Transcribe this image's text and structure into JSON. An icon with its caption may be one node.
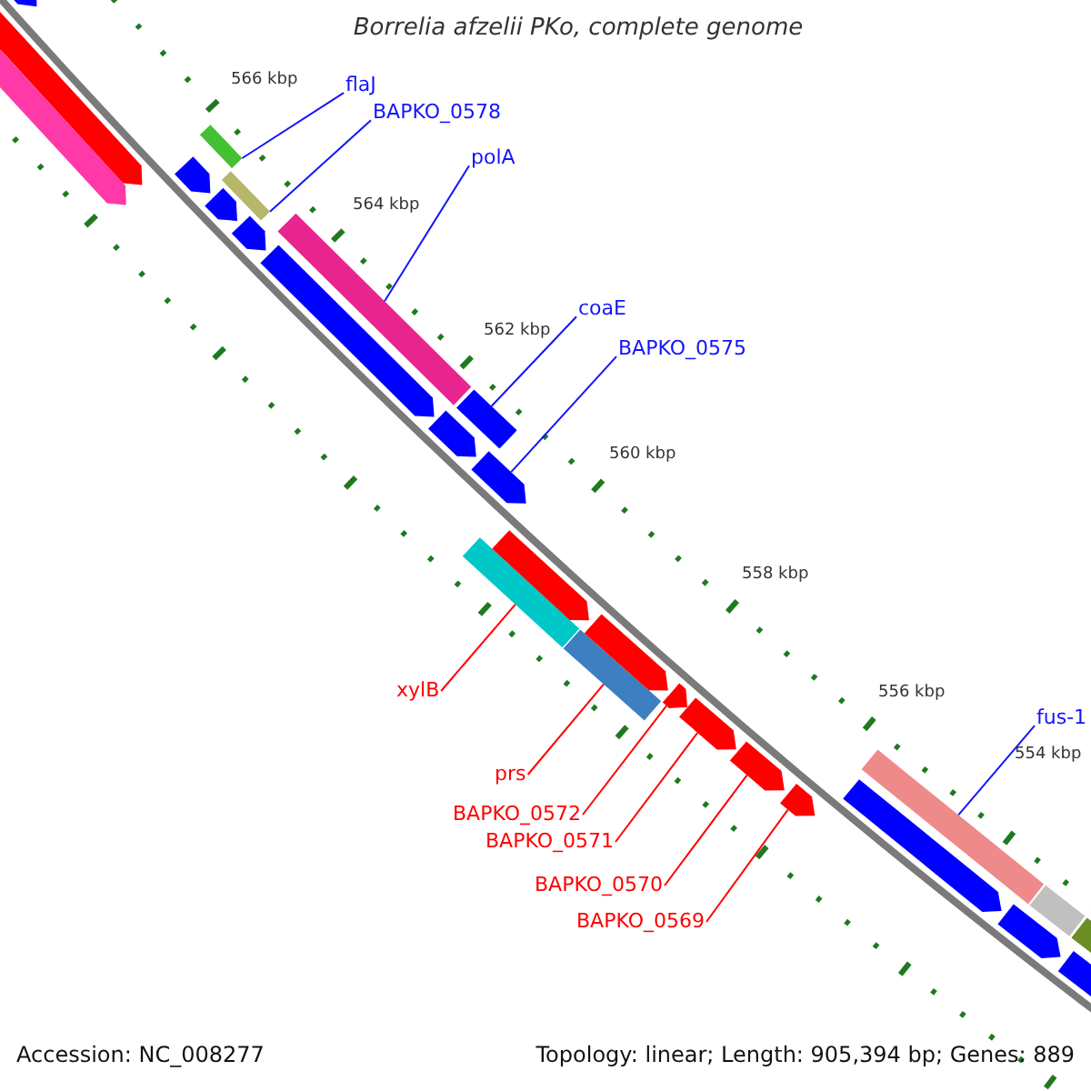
{
  "diagram": {
    "title": "Borrelia afzelii PKo, complete genome",
    "nodes": [
      {
        "text": [
          "flaJ"
        ]
      },
      {
        "text": [
          "BAPKO_0578"
        ]
      },
      {
        "text": [
          "polA"
        ]
      },
      {
        "text": [
          "coaE"
        ]
      },
      {
        "text": [
          "BAPKO_0575"
        ]
      },
      {
        "text": [
          "xylB"
        ]
      },
      {
        "text": [
          "prs"
        ]
      },
      {
        "text": [
          "BAPKO_0572"
        ]
      },
      {
        "text": [
          "BAPKO_0571"
        ]
      },
      {
        "text": [
          "BAPKO_0570"
        ]
      },
      {
        "text": [
          "BAPKO_0569"
        ]
      },
      {
        "text": [
          "fus-1"
        ]
      },
      {
        "text": [],
        "shape": "bar"
      },
      {
        "text": [],
        "shape": "bar"
      },
      {
        "text": [],
        "shape": "bar"
      },
      {
        "text": [],
        "shape": "bar"
      },
      {
        "text": [],
        "shape": "bar"
      },
      {
        "text": [],
        "shape": "bar"
      },
      {
        "text": [],
        "shape": "bar"
      },
      {
        "text": [],
        "shape": "bar"
      },
      {
        "text": [],
        "shape": "bar"
      },
      {
        "text": [],
        "shape": "bar"
      },
      {
        "text": [],
        "shape": "bar"
      },
      {
        "text": [],
        "shape": "bar"
      },
      {
        "text": [],
        "shape": "bar"
      },
      {
        "text": [],
        "shape": "bar"
      },
      {
        "text": [],
        "shape": "bar"
      },
      {
        "text": [],
        "shape": "bar"
      },
      {
        "text": [],
        "shape": "bar"
      },
      {
        "text": [],
        "shape": "bar"
      },
      {
        "text": [],
        "shape": "bar"
      },
      {
        "text": [],
        "shape": "bar"
      },
      {
        "text": [],
        "shape": "bar"
      },
      {
        "text": [],
        "shape": "bar"
      },
      {
        "text": [],
        "shape": "bar"
      },
      {
        "text": [],
        "shape": "bar"
      },
      {
        "text": [],
        "shape": "bar"
      },
      {
        "text": [],
        "shape": "bar"
      },
      {
        "text": [],
        "shape": "bar"
      }
    ],
    "edges": [
      {
        "from": 0,
        "to": 16,
        "arrow": "none"
      },
      {
        "from": 1,
        "to": 18,
        "arrow": "none"
      },
      {
        "from": 2,
        "to": 21,
        "arrow": "none"
      },
      {
        "from": 3,
        "to": 23,
        "arrow": "none"
      },
      {
        "from": 4,
        "to": 25,
        "arrow": "none"
      },
      {
        "from": 5,
        "to": 24,
        "arrow": "none",
        "color": "#ff0000"
      },
      {
        "from": 6,
        "to": 27,
        "arrow": "none",
        "color": "#ff0000"
      },
      {
        "from": 7,
        "to": 29,
        "arrow": "none",
        "color": "#ff0000"
      },
      {
        "from": 8,
        "to": 30,
        "arrow": "none",
        "color": "#ff0000"
      },
      {
        "from": 9,
        "to": 31,
        "arrow": "none",
        "color": "#ff0000"
      },
      {
        "from": 10,
        "to": 32,
        "arrow": "none",
        "color": "#ff0000"
      },
      {
        "from": 11,
        "to": 34,
        "arrow": "none"
      }
    ],
    "labels": [
      "566 kbp",
      "564 kbp",
      "562 kbp",
      "560 kbp",
      "558 kbp",
      "556 kbp",
      "554 kbp",
      "Accession: NC_008277",
      "Topology: linear; Length: 905,394 bp; Genes: 889"
    ]
  }
}
